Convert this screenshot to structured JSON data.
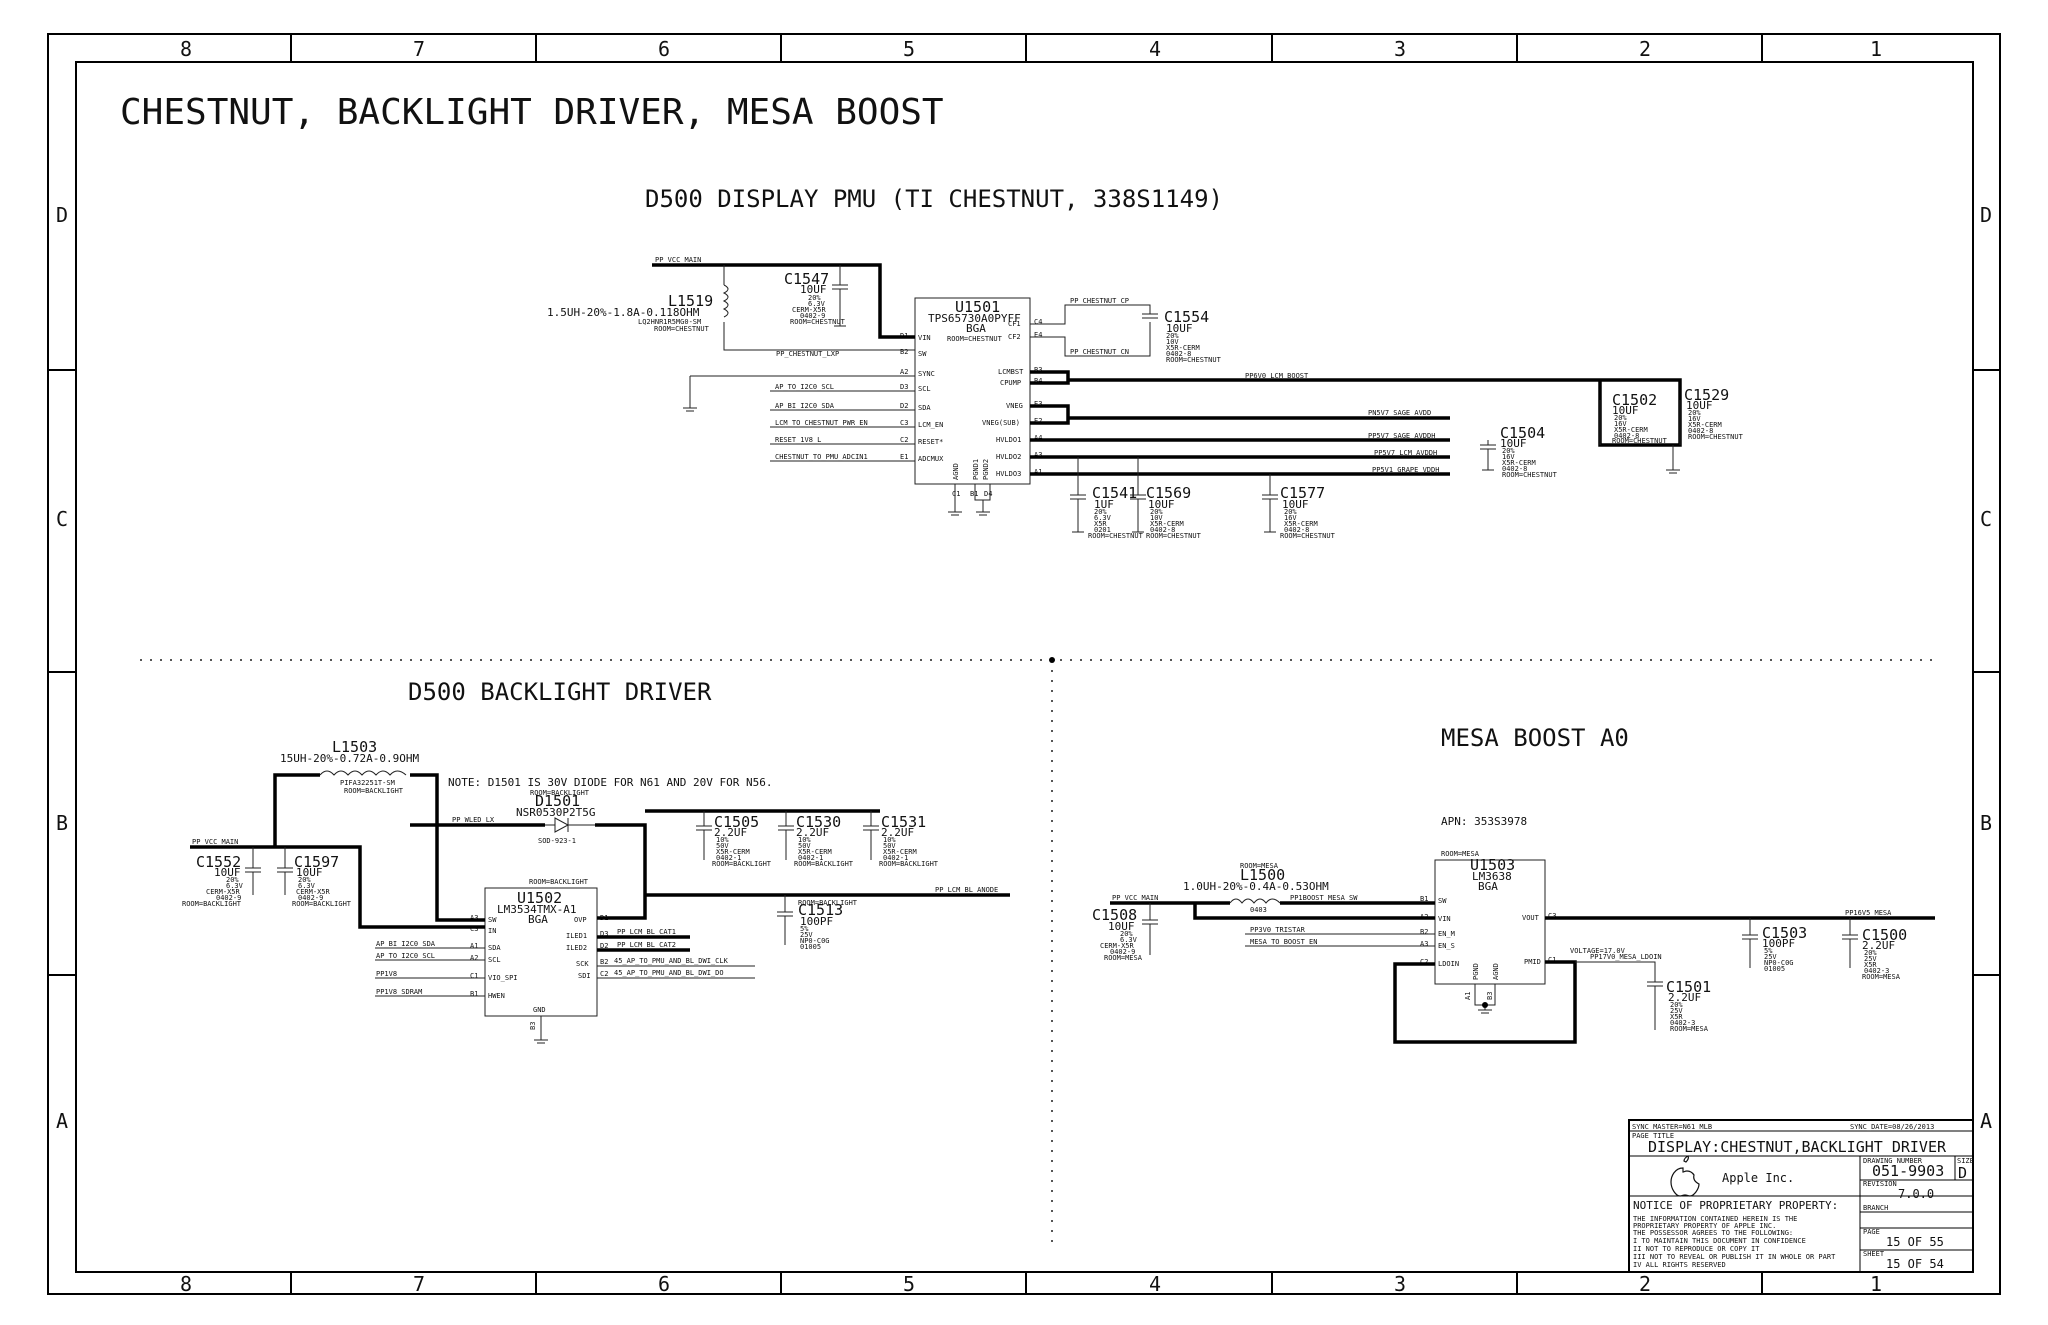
{
  "page": {
    "title": "CHESTNUT, BACKLIGHT DRIVER, MESA BOOST",
    "col_labels": [
      "8",
      "7",
      "6",
      "5",
      "4",
      "3",
      "2",
      "1"
    ],
    "row_labels": [
      "D",
      "C",
      "B",
      "A"
    ]
  },
  "sections": {
    "pmu": "D500 DISPLAY PMU (TI CHESTNUT, 338S1149)",
    "backlight": "D500 BACKLIGHT DRIVER",
    "mesa": "MESA BOOST A0"
  },
  "pmu": {
    "u1501": {
      "ref": "U1501",
      "part": "TPS65730A0PYFF",
      "pkg": "BGA",
      "room": "ROOM=CHESTNUT",
      "left_pins": [
        "VIN",
        "SW",
        "SYNC",
        "SCL",
        "SDA",
        "LCM_EN",
        "RESET*",
        "ADCMUX"
      ],
      "left_balls": [
        "D1",
        "B2",
        "A2",
        "D3",
        "D2",
        "C3",
        "C2",
        "E1"
      ],
      "right_pins": [
        "CF1",
        "CF2",
        "LCMBST",
        "CPUMP",
        "VNEG",
        "VNEG(SUB)",
        "HVLDO1",
        "HVLDO2",
        "HVLDO3"
      ],
      "right_balls": [
        "C4",
        "E4",
        "B3",
        "B4",
        "E3",
        "E2",
        "A4",
        "A3",
        "A1"
      ],
      "bottom_pins": [
        "AGND",
        "PGND1",
        "PGND2"
      ],
      "bottom_balls": [
        "C1",
        "B1",
        "D4"
      ]
    },
    "l1519": {
      "ref": "L1519",
      "value": "1.5UH-20%-1.8A-0.118OHM",
      "part": "LQ2HNR1R5MG0-SM",
      "room": "ROOM=CHESTNUT"
    },
    "c1547": {
      "ref": "C1547",
      "value": "10UF",
      "tol": "20%",
      "volt": "6.3V",
      "diel": "CERM-X5R",
      "size": "0402-9",
      "room": "ROOM=CHESTNUT"
    },
    "c1554": {
      "ref": "C1554",
      "value": "10UF",
      "tol": "20%",
      "volt": "10V",
      "diel": "X5R-CERM",
      "size": "0402-8",
      "room": "ROOM=CHESTNUT"
    },
    "c1502": {
      "ref": "C1502",
      "value": "10UF",
      "tol": "20%",
      "volt": "16V",
      "diel": "X5R-CERM",
      "size": "0402-8",
      "room": "ROOM=CHESTNUT"
    },
    "c1529": {
      "ref": "C1529",
      "value": "10UF",
      "tol": "20%",
      "volt": "16V",
      "diel": "X5R-CERM",
      "size": "0402-8",
      "room": "ROOM=CHESTNUT"
    },
    "c1504": {
      "ref": "C1504",
      "value": "10UF",
      "tol": "20%",
      "volt": "16V",
      "diel": "X5R-CERM",
      "size": "0402-8",
      "room": "ROOM=CHESTNUT"
    },
    "c1541": {
      "ref": "C1541",
      "value": "1UF",
      "tol": "20%",
      "volt": "6.3V",
      "diel": "X5R",
      "size": "0201",
      "room": "ROOM=CHESTNUT"
    },
    "c1569": {
      "ref": "C1569",
      "value": "10UF",
      "tol": "20%",
      "volt": "10V",
      "diel": "X5R-CERM",
      "size": "0402-8",
      "room": "ROOM=CHESTNUT"
    },
    "c1577": {
      "ref": "C1577",
      "value": "10UF",
      "tol": "20%",
      "volt": "16V",
      "diel": "X5R-CERM",
      "size": "0402-8",
      "room": "ROOM=CHESTNUT"
    },
    "nets": {
      "vcc_main": "PP_VCC_MAIN",
      "chestnut_lxp": "PP_CHESTNUT_LXP",
      "i2c_scl": "AP_TO_I2C0_SCL",
      "i2c_sda": "AP_BI_I2C0_SDA",
      "pwr_en": "LCM_TO_CHESTNUT_PWR_EN",
      "reset": "RESET_1V8_L",
      "adcin": "CHESTNUT_TO_PMU_ADCIN1",
      "cp": "PP_CHESTNUT_CP",
      "cn": "PP_CHESTNUT_CN",
      "lcm_boost": "PP6V0_LCM_BOOST",
      "sage_avdd": "PN5V7_SAGE_AVDD",
      "sage_avdh": "PP5V7_SAGE_AVDDH",
      "lcm_avdd": "PP5V7_LCM_AVDDH",
      "grape_vddh": "PP5V1_GRAPE_VDDH"
    }
  },
  "backlight": {
    "u1502": {
      "ref": "U1502",
      "part": "LM3534TMX-A1",
      "pkg": "BGA",
      "room": "ROOM=BACKLIGHT",
      "left_pins": [
        "SW",
        "IN",
        "SDA",
        "SCL",
        "VIO_SPI",
        "HWEN"
      ],
      "left_balls": [
        "A3",
        "C3",
        "A1",
        "A2",
        "C1",
        "B1"
      ],
      "right_pins": [
        "OVP",
        "ILED1",
        "ILED2",
        "SCK",
        "SDI"
      ],
      "right_balls": [
        "D1",
        "D3",
        "D2",
        "B2",
        "C2"
      ],
      "bottom_pin": "GND",
      "bottom_ball": "B3"
    },
    "l1503": {
      "ref": "L1503",
      "value": "15UH-20%-0.72A-0.9OHM",
      "part": "PIFA32251T-SM",
      "room": "ROOM=BACKLIGHT"
    },
    "d1501": {
      "ref": "D1501",
      "part": "NSR0530P2T5G",
      "pkg": "SOD-923-1",
      "room": "ROOM=BACKLIGHT"
    },
    "note": "NOTE: D1501 IS 30V DIODE FOR N61 AND 20V FOR N56.",
    "c1552": {
      "ref": "C1552",
      "value": "10UF",
      "tol": "20%",
      "volt": "6.3V",
      "diel": "CERM-X5R",
      "size": "0402-9",
      "room": "ROOM=BACKLIGHT"
    },
    "c1597": {
      "ref": "C1597",
      "value": "10UF",
      "tol": "20%",
      "volt": "6.3V",
      "diel": "CERM-X5R",
      "size": "0402-9",
      "room": "ROOM=BACKLIGHT"
    },
    "c1505": {
      "ref": "C1505",
      "value": "2.2UF",
      "tol": "10%",
      "volt": "50V",
      "diel": "X5R-CERM",
      "size": "0402-1",
      "room": "ROOM=BACKLIGHT"
    },
    "c1530": {
      "ref": "C1530",
      "value": "2.2UF",
      "tol": "10%",
      "volt": "50V",
      "diel": "X5R-CERM",
      "size": "0402-1",
      "room": "ROOM=BACKLIGHT"
    },
    "c1531": {
      "ref": "C1531",
      "value": "2.2UF",
      "tol": "10%",
      "volt": "50V",
      "diel": "X5R-CERM",
      "size": "0402-1",
      "room": "ROOM=BACKLIGHT"
    },
    "c1513": {
      "ref": "C1513",
      "value": "100PF",
      "tol": "5%",
      "volt": "25V",
      "diel": "NP0-C0G",
      "size": "01005",
      "room": "ROOM=BACKLIGHT"
    },
    "nets": {
      "vcc_main": "PP_VCC_MAIN",
      "wled_lx": "PP_WLED_LX",
      "lcm_anode": "PP_LCM_BL_ANODE",
      "cat1": "PP_LCM_BL_CAT1",
      "cat2": "PP_LCM_BL_CAT2",
      "sda": "AP_BI_I2C0_SDA",
      "scl": "AP_TO_I2C0_SCL",
      "vio": "PP1V8",
      "hwen": "PP1V8_SDRAM",
      "sck": "45_AP_TO_PMU_AND_BL_DWI_CLK",
      "sdi": "45_AP_TO_PMU_AND_BL_DWI_DO"
    }
  },
  "mesa": {
    "apn": "APN: 353S3978",
    "u1503": {
      "ref": "U1503",
      "part": "LM3638",
      "pkg": "BGA",
      "room": "ROOM=MESA",
      "left_pins": [
        "SW",
        "VIN",
        "EN_M",
        "EN_S",
        "LDOIN"
      ],
      "left_balls": [
        "B1",
        "A2",
        "B2",
        "A3",
        "C2"
      ],
      "right_pins": [
        "VOUT",
        "PMID"
      ],
      "right_balls": [
        "C3",
        "C1"
      ],
      "bottom_pins": [
        "PGND",
        "AGND"
      ],
      "bottom_balls": [
        "A1",
        "B3"
      ]
    },
    "l1500": {
      "ref": "L1500",
      "value": "1.0UH-20%-0.4A-0.53OHM",
      "pkg": "0403",
      "room": "ROOM=MESA"
    },
    "c1508": {
      "ref": "C1508",
      "value": "10UF",
      "tol": "20%",
      "volt": "6.3V",
      "diel": "CERM-X5R",
      "size": "0402-9",
      "room": "ROOM=MESA"
    },
    "c1503": {
      "ref": "C1503",
      "value": "100PF",
      "tol": "5%",
      "volt": "25V",
      "diel": "NP0-C0G",
      "size": "01005",
      "room": "ROOM=MESA"
    },
    "c1500": {
      "ref": "C1500",
      "value": "2.2UF",
      "tol": "20%",
      "volt": "25V",
      "diel": "X5R",
      "size": "0402-3",
      "room": "ROOM=MESA"
    },
    "c1501": {
      "ref": "C1501",
      "value": "2.2UF",
      "tol": "20%",
      "volt": "25V",
      "diel": "X5R",
      "size": "0402-3",
      "room": "ROOM=MESA"
    },
    "voltage_note": "VOLTAGE=17.0V",
    "nets": {
      "vcc_main": "PP_VCC_MAIN",
      "sw": "PP1BOOST_MESA_SW",
      "en_m": "PP3V0_TRISTAR",
      "en_s": "MESA_TO_BOOST_EN",
      "vout": "PP16V5_MESA",
      "ldoin": "PP17V0_MESA_LDOIN"
    }
  },
  "title_block": {
    "sync_master": "SYNC_MASTER=N61_MLB",
    "sync_date": "SYNC_DATE=08/26/2013",
    "page_title_label": "PAGE TITLE",
    "page_title": "DISPLAY:CHESTNUT,BACKLIGHT DRIVER",
    "company": "Apple Inc.",
    "drawing_number_label": "DRAWING NUMBER",
    "drawing_number": "051-9903",
    "size_label": "SIZE",
    "size": "D",
    "revision_label": "REVISION",
    "revision": "7.0.0",
    "branch_label": "BRANCH",
    "page_label": "PAGE",
    "page": "15 OF 55",
    "sheet_label": "SHEET",
    "sheet": "15 OF 54",
    "notice_title": "NOTICE OF PROPRIETARY PROPERTY:",
    "notice_lines": [
      "THE INFORMATION CONTAINED HEREIN IS THE",
      "PROPRIETARY PROPERTY OF APPLE INC.",
      "THE POSSESSOR AGREES TO THE FOLLOWING:",
      "I TO MAINTAIN THIS DOCUMENT IN CONFIDENCE",
      "II NOT TO REPRODUCE OR COPY IT",
      "III NOT TO REVEAL OR PUBLISH IT IN WHOLE OR PART",
      "IV ALL RIGHTS RESERVED"
    ]
  }
}
